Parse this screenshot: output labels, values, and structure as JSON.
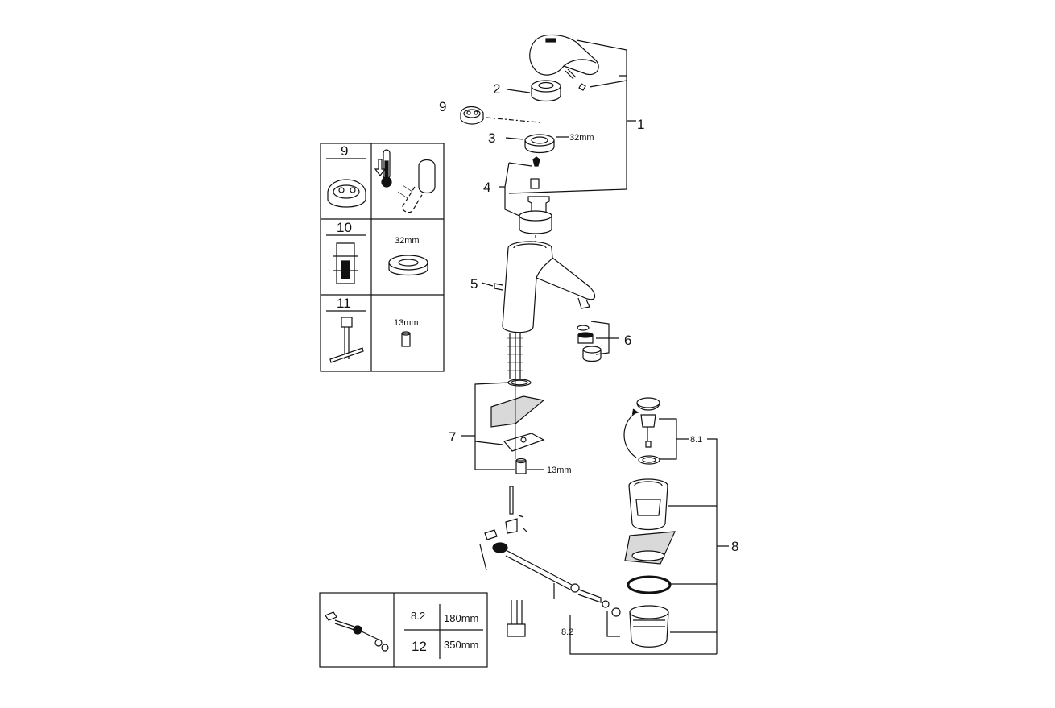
{
  "callouts": {
    "c1": "1",
    "c2": "2",
    "c3": "3",
    "c4": "4",
    "c5": "5",
    "c6": "6",
    "c7": "7",
    "c8": "8",
    "c8_1": "8.1",
    "c8_2": "8.2",
    "c9": "9",
    "dim_32": "32mm",
    "dim_13": "13mm"
  },
  "inset_table": {
    "row9_num": "9",
    "row10_num": "10",
    "row10_dim": "32mm",
    "row11_num": "11",
    "row11_dim": "13mm"
  },
  "lower_table": {
    "row1_code": "8.2",
    "row1_len": "180mm",
    "row2_code": "12",
    "row2_len": "350mm"
  },
  "colors": {
    "line": "#111111",
    "fill": "#ffffff",
    "shade": "#d9d9d9"
  }
}
